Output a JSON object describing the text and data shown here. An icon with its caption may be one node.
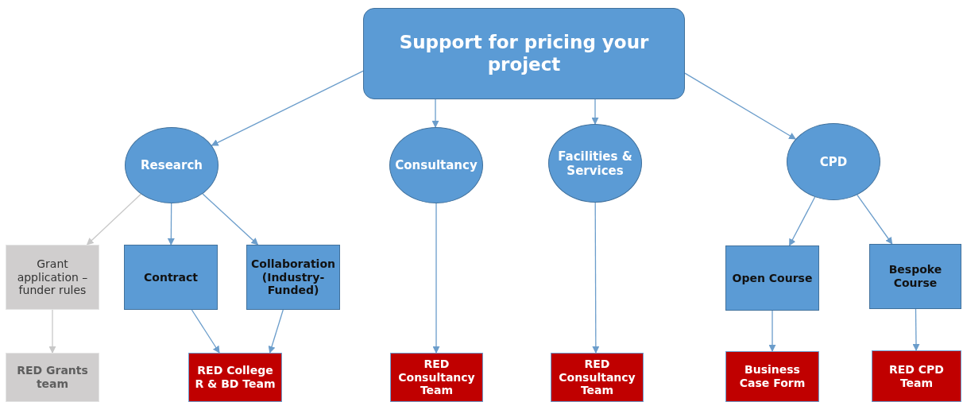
{
  "diagram": {
    "nodes": [
      {
        "text": [
          "Support for pricing your project"
        ]
      },
      {
        "text": [
          "Research"
        ]
      },
      {
        "text": [
          "Consultancy"
        ]
      },
      {
        "text": [
          "Facilities & Services"
        ]
      },
      {
        "text": [
          "CPD"
        ]
      },
      {
        "text": [
          "Grant application – funder rules"
        ]
      },
      {
        "text": [
          "Contract"
        ]
      },
      {
        "text": [
          "Collaboration (Industry-Funded)"
        ]
      },
      {
        "text": [
          "Open Course"
        ]
      },
      {
        "text": [
          "Bespoke Course"
        ]
      },
      {
        "text": [
          "RED Grants team"
        ]
      },
      {
        "text": [
          "RED College R & BD Team"
        ]
      },
      {
        "text": [
          "RED Consultancy Team"
        ]
      },
      {
        "text": [
          "RED Consultancy Team"
        ]
      },
      {
        "text": [
          "Business Case Form"
        ]
      },
      {
        "text": [
          "RED CPD Team"
        ]
      }
    ],
    "edges": [
      {
        "from": 0,
        "to": 1,
        "arrow": "to"
      },
      {
        "from": 0,
        "to": 2,
        "arrow": "to"
      },
      {
        "from": 0,
        "to": 3,
        "arrow": "to"
      },
      {
        "from": 0,
        "to": 4,
        "arrow": "to"
      },
      {
        "from": 1,
        "to": 5,
        "arrow": "to",
        "color": "#c8c8c8"
      },
      {
        "from": 1,
        "to": 6,
        "arrow": "to"
      },
      {
        "from": 1,
        "to": 7,
        "arrow": "to"
      },
      {
        "from": 2,
        "to": 12,
        "arrow": "to"
      },
      {
        "from": 3,
        "to": 13,
        "arrow": "to"
      },
      {
        "from": 4,
        "to": 8,
        "arrow": "to"
      },
      {
        "from": 4,
        "to": 9,
        "arrow": "to"
      },
      {
        "from": 5,
        "to": 10,
        "arrow": "to",
        "color": "#c8c8c8"
      },
      {
        "from": 6,
        "to": 11,
        "arrow": "to"
      },
      {
        "from": 7,
        "to": 11,
        "arrow": "to"
      },
      {
        "from": 8,
        "to": 14,
        "arrow": "to"
      },
      {
        "from": 9,
        "to": 15,
        "arrow": "to"
      }
    ]
  }
}
